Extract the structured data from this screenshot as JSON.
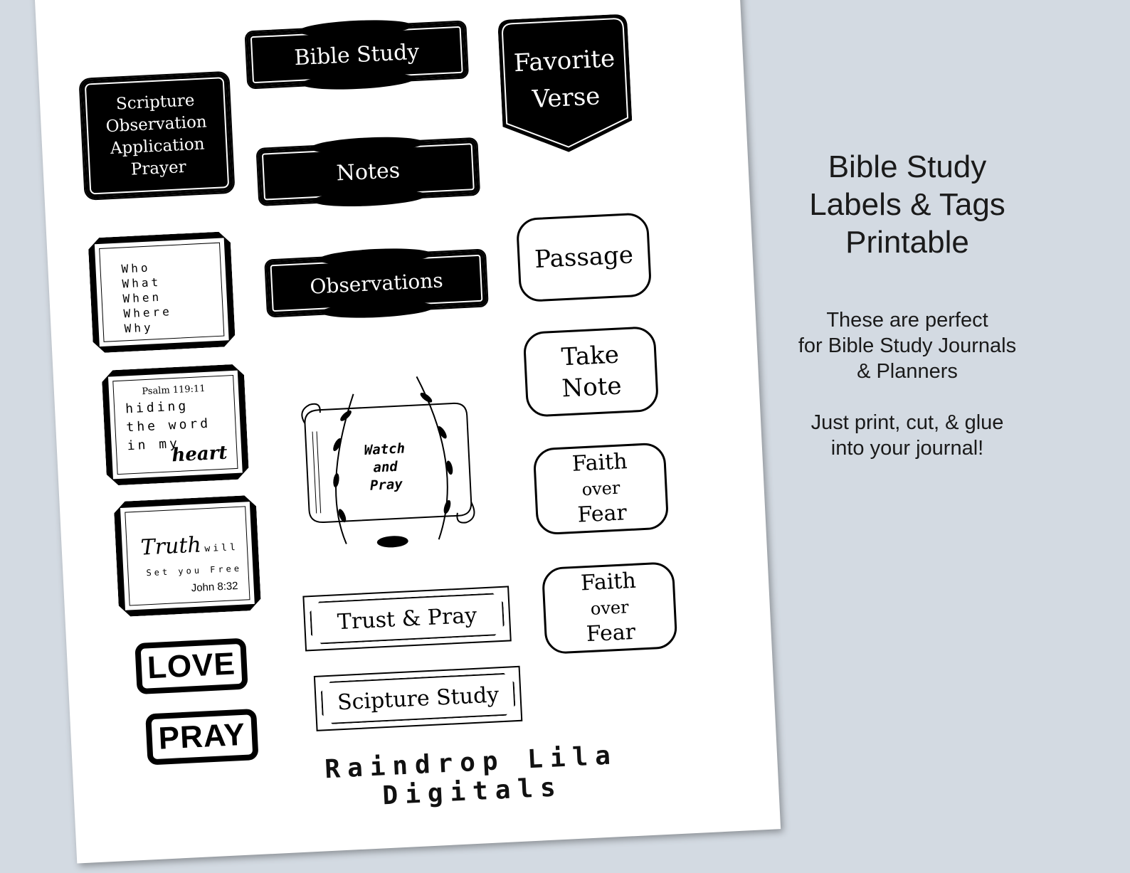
{
  "sheet": {
    "soap_label": [
      "Scripture",
      "Observation",
      "Application",
      "Prayer"
    ],
    "bible_study": "Bible Study",
    "favorite_verse": [
      "Favorite",
      "Verse"
    ],
    "notes": "Notes",
    "wh_label": [
      "Who",
      "What",
      "When",
      "Where",
      "Why"
    ],
    "observations": "Observations",
    "passage": "Passage",
    "psalm_ref": "Psalm 119:11",
    "psalm_text": [
      "hiding",
      "the word",
      "in my"
    ],
    "psalm_heart": "heart",
    "watch_pray": [
      "Watch",
      "and",
      "Pray"
    ],
    "take_note": [
      "Take",
      "Note"
    ],
    "faith_over_fear_1": [
      "Faith",
      "over",
      "Fear"
    ],
    "truth_main": "Truth",
    "truth_will": "will",
    "truth_line2": "Set you Free",
    "truth_ref": "John 8:32",
    "trust_pray": "Trust & Pray",
    "faith_over_fear_2": [
      "Faith",
      "over",
      "Fear"
    ],
    "love": "LOVE",
    "pray": "PRAY",
    "scripture_study": "Scipture Study",
    "brand": "Raindrop Lila Digitals"
  },
  "side": {
    "title": [
      "Bible Study",
      "Labels & Tags",
      "Printable"
    ],
    "description": [
      "These are perfect",
      "for Bible Study Journals",
      "& Planners"
    ],
    "instructions": [
      "Just print, cut, & glue",
      "into your journal!"
    ]
  },
  "colors": {
    "background": "#d3dae2",
    "sheet": "#ffffff",
    "ink": "#000000"
  }
}
